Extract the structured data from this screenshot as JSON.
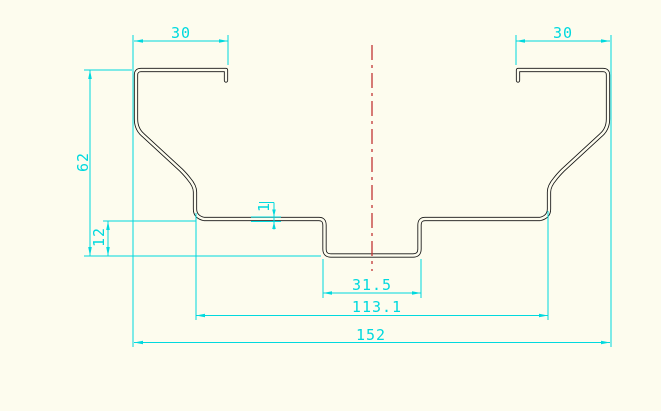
{
  "drawing": {
    "type": "cad-profile-cross-section",
    "colors": {
      "background": "#fdfcee",
      "profile_line": "#121212",
      "dimension": "#00d9de",
      "centerline": "#c23434"
    },
    "dimensions": {
      "flange_left": "30",
      "flange_right": "30",
      "overall_height": "62",
      "step_height": "12",
      "material_thickness": "1",
      "web_width": "31.5",
      "inner_span": "113.1",
      "overall_width": "152"
    }
  }
}
